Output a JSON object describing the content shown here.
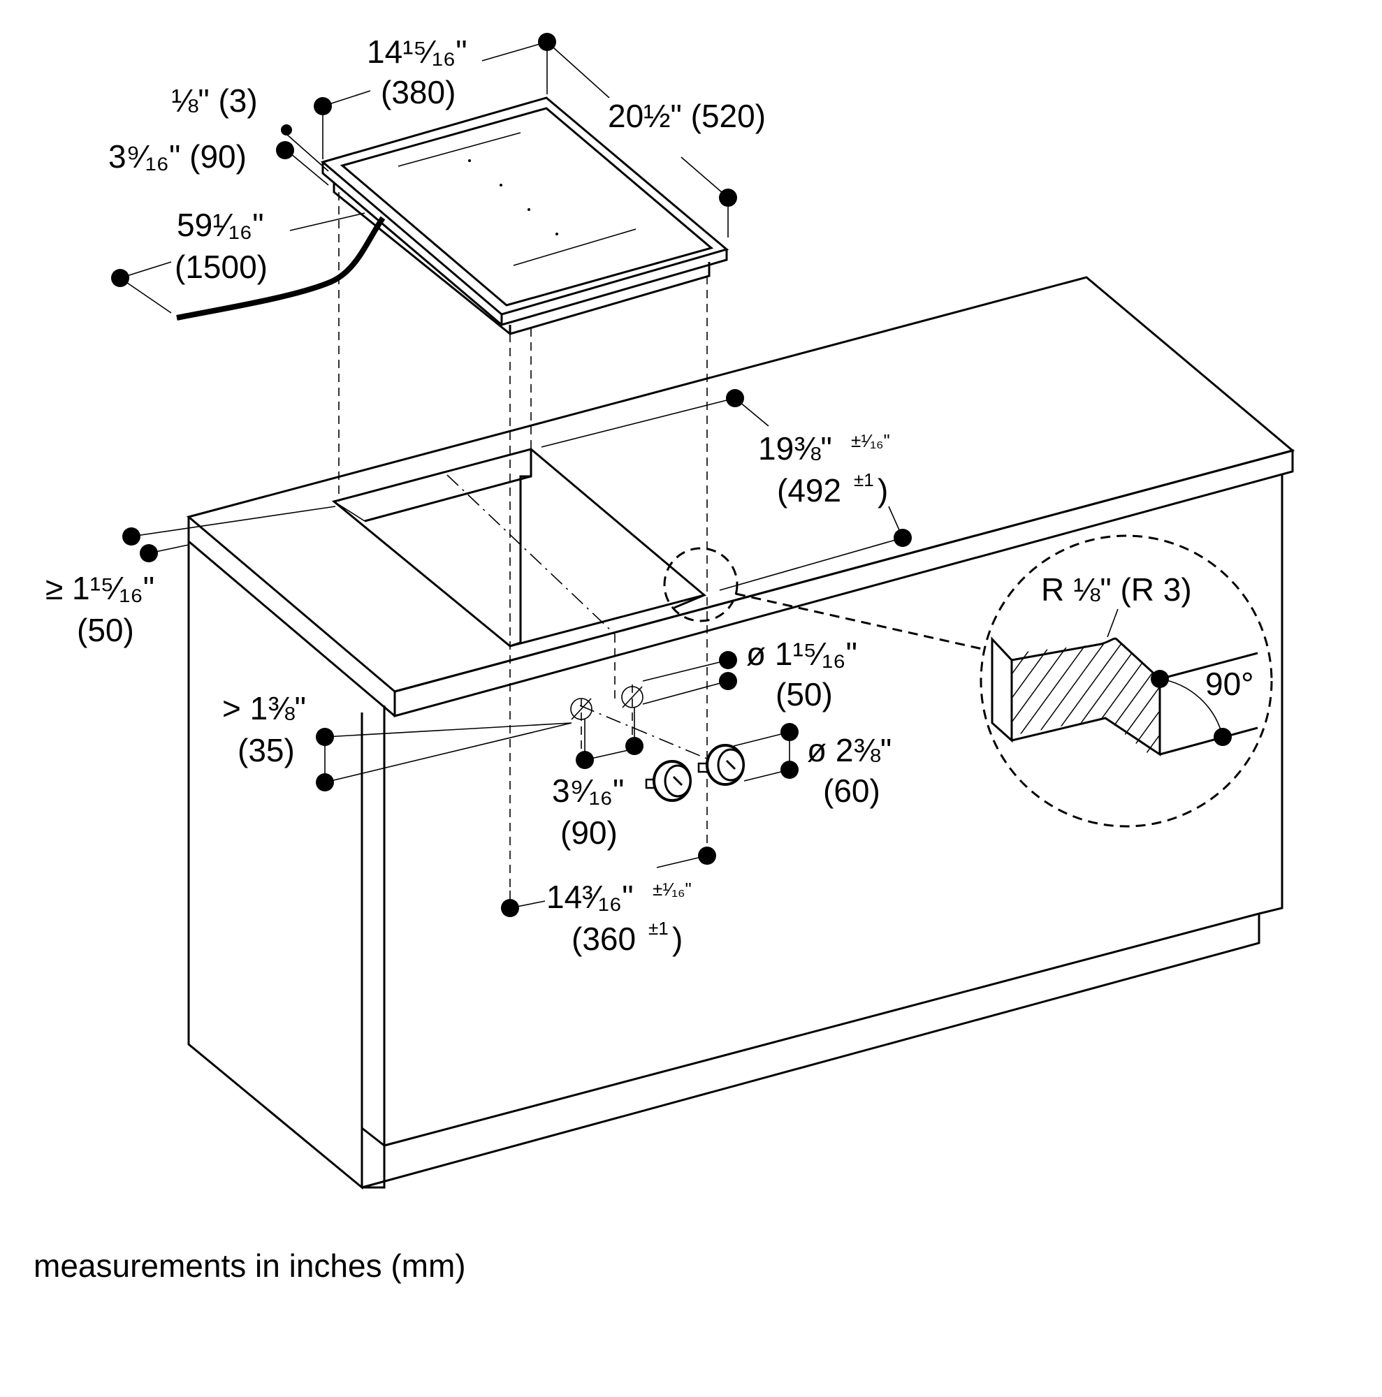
{
  "labels": {
    "cooktop_width": {
      "inch": "14¹⁵⁄₁₆\"",
      "mm": "(380)"
    },
    "cooktop_depth": {
      "text": "20½\" (520)"
    },
    "frame_thickness": {
      "text": "⅛\" (3)"
    },
    "cooktop_height": {
      "text": "3⁹⁄₁₆\" (90)"
    },
    "cord_length": {
      "inch": "59¹⁄₁₆\"",
      "mm": "(1500)"
    },
    "cutout_depth": {
      "inch": "19⅜\"",
      "tol": "±¹⁄₁₆\"",
      "mm": "(492",
      "mm_tol": "±1",
      "mm_close": ")"
    },
    "front_edge_min": {
      "inch": "≥ 1¹⁵⁄₁₆\"",
      "mm": "(50)"
    },
    "knob_hole_diameter": {
      "inch": "ø 1¹⁵⁄₁₆\"",
      "mm": "(50)"
    },
    "panel_offset": {
      "inch": "> 1⅜\"",
      "mm": "(35)"
    },
    "knob_diameter": {
      "inch": "ø 2⅜\"",
      "mm": "(60)"
    },
    "knob_spacing": {
      "inch": "3⁹⁄₁₆\"",
      "mm": "(90)"
    },
    "cutout_width": {
      "inch": "14³⁄₁₆\"",
      "tol": "±¹⁄₁₆\"",
      "mm": "(360",
      "mm_tol": "±1",
      "mm_close": ")"
    },
    "edge_radius": {
      "text": "R ⅛\" (R 3)"
    },
    "angle": {
      "text": "90°"
    }
  },
  "footer": {
    "note": "measurements in inches (mm)"
  }
}
